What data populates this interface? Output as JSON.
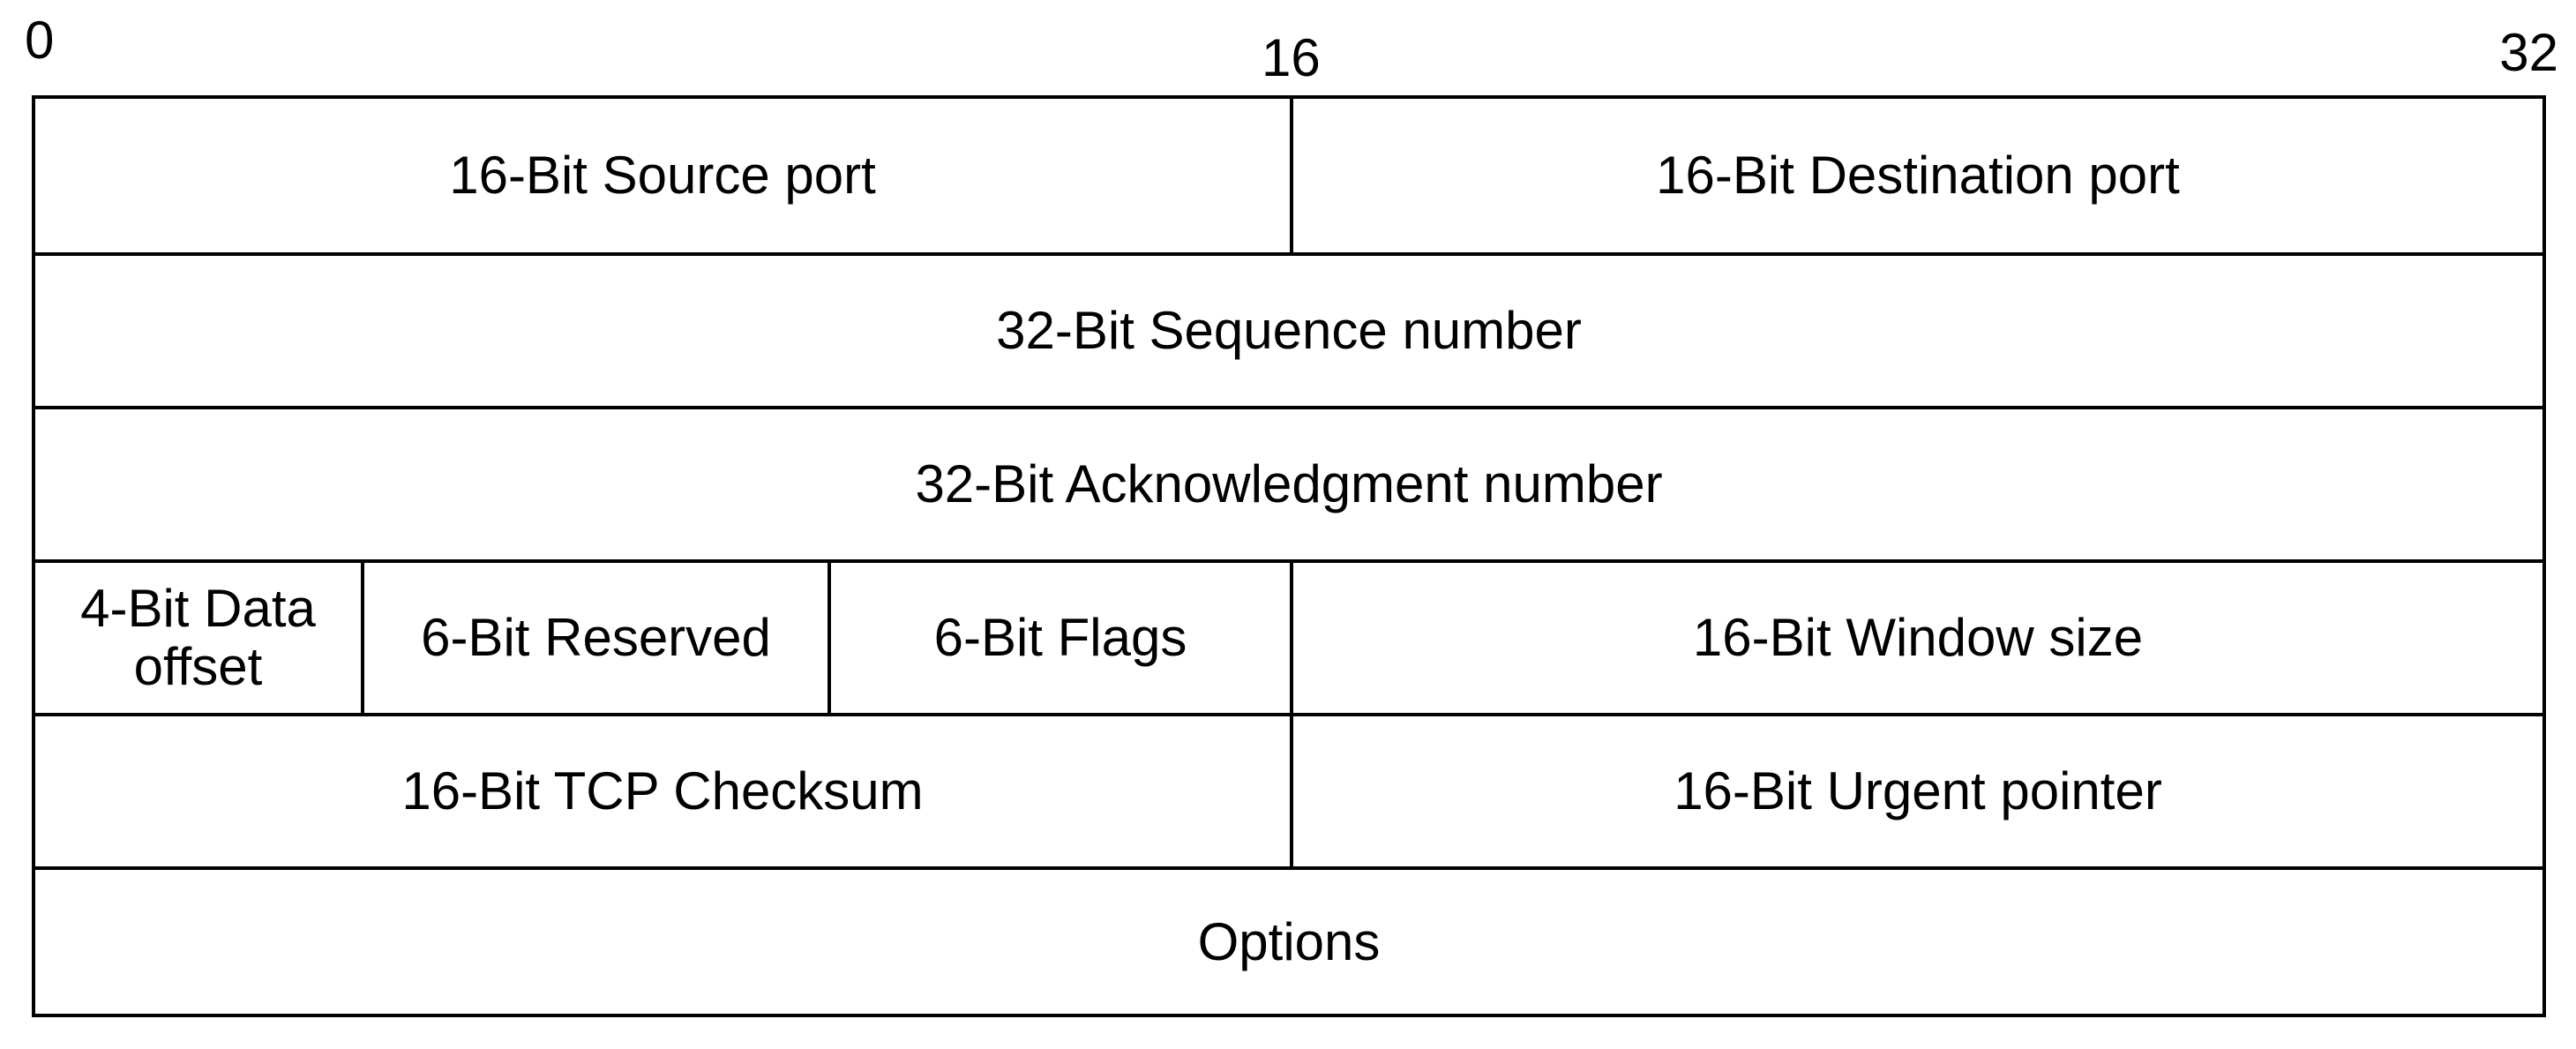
{
  "bit_scale": {
    "start": "0",
    "middle": "16",
    "end": "32"
  },
  "fields": {
    "source_port": "16-Bit Source port",
    "destination_port": "16-Bit Destination port",
    "sequence_number": "32-Bit Sequence number",
    "acknowledgment_number": "32-Bit Acknowledgment number",
    "data_offset_line1": "4-Bit Data",
    "data_offset_line2": "offset",
    "reserved": "6-Bit Reserved",
    "flags": "6-Bit Flags",
    "window_size": "16-Bit Window size",
    "checksum": "16-Bit TCP Checksum",
    "urgent_pointer": "16-Bit Urgent pointer",
    "options": "Options"
  }
}
